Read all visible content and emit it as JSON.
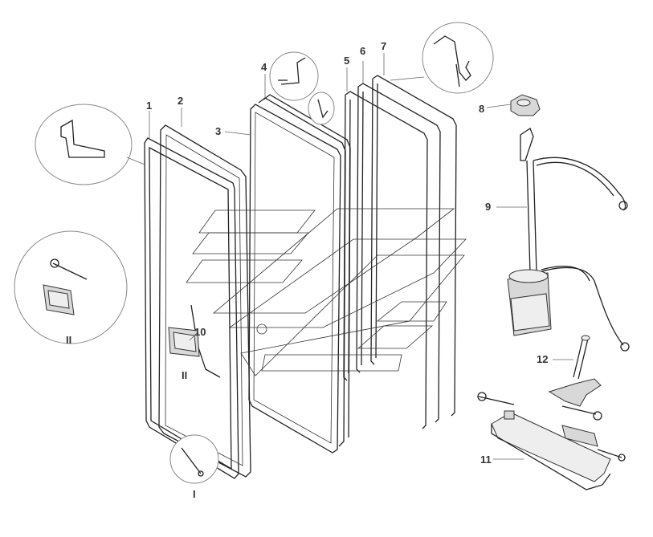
{
  "labels": {
    "p1": "1",
    "p2": "2",
    "p3": "3",
    "p4": "4",
    "p5": "5",
    "p6": "6",
    "p7": "7",
    "p8": "8",
    "p9": "9",
    "p10": "10",
    "p11": "11",
    "p12": "12",
    "detail_I": "I",
    "detail_II_a": "II",
    "detail_II_b": "II"
  },
  "colors": {
    "line": "#222222",
    "fill_light": "#eeeeee",
    "fill_grey": "#d8d8d8",
    "background": "#ffffff"
  }
}
